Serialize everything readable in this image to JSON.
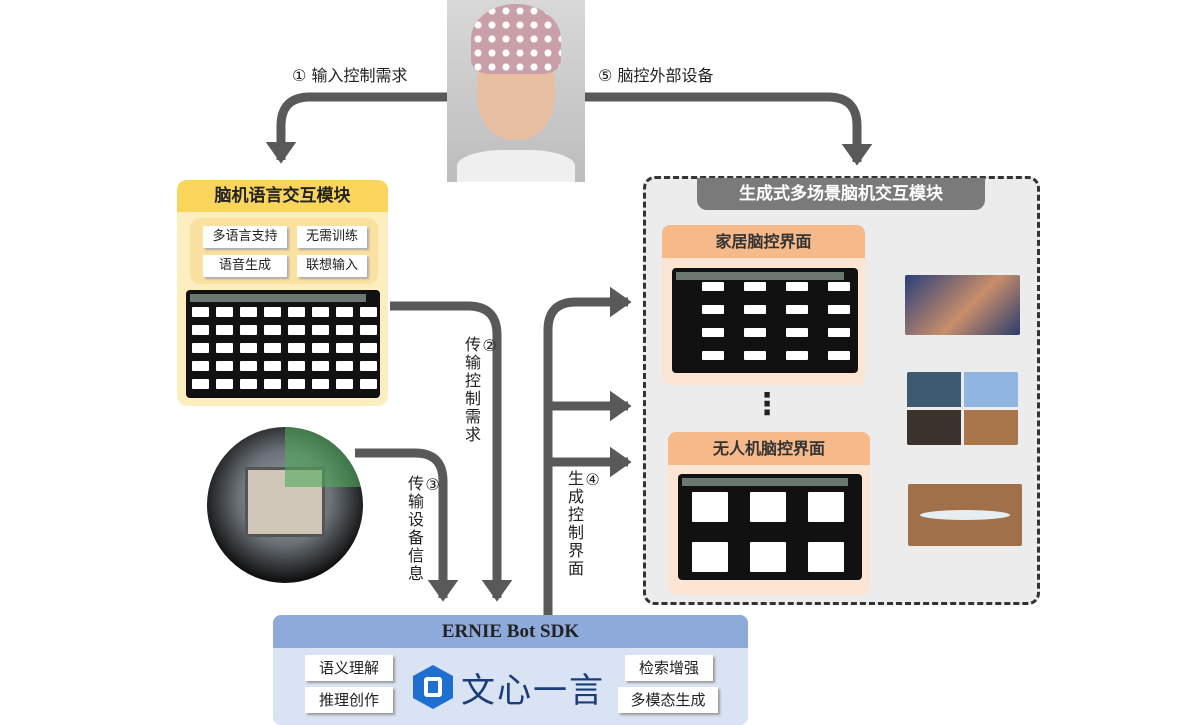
{
  "steps": {
    "s1": {
      "num": "①",
      "text": "输入控制需求"
    },
    "s2": {
      "num": "②",
      "text": "传输控制需求"
    },
    "s3": {
      "num": "③",
      "text": "传输设备信息"
    },
    "s4": {
      "num": "④",
      "text": "生成控制界面"
    },
    "s5": {
      "num": "⑤",
      "text": "脑控外部设备"
    }
  },
  "language_module": {
    "title": "脑机语言交互模块",
    "tags": [
      "多语言支持",
      "无需训练",
      "语音生成",
      "联想输入"
    ]
  },
  "scene_module": {
    "title": "生成式多场景脑机交互模块",
    "panels": [
      {
        "title": "家居脑控界面"
      },
      {
        "title": "无人机脑控界面"
      }
    ],
    "ellipsis": "⋮"
  },
  "sdk": {
    "title": "ERNIE Bot SDK",
    "brand": "文心一言",
    "left_tags": [
      "语义理解",
      "推理创作"
    ],
    "right_tags": [
      "检索增强",
      "多模态生成"
    ]
  },
  "colors": {
    "arrow": "#595959",
    "yellow": "#f9d55b",
    "orange": "#f6b98a",
    "blue": "#8eaadb",
    "brand": "#1f6fd1"
  }
}
